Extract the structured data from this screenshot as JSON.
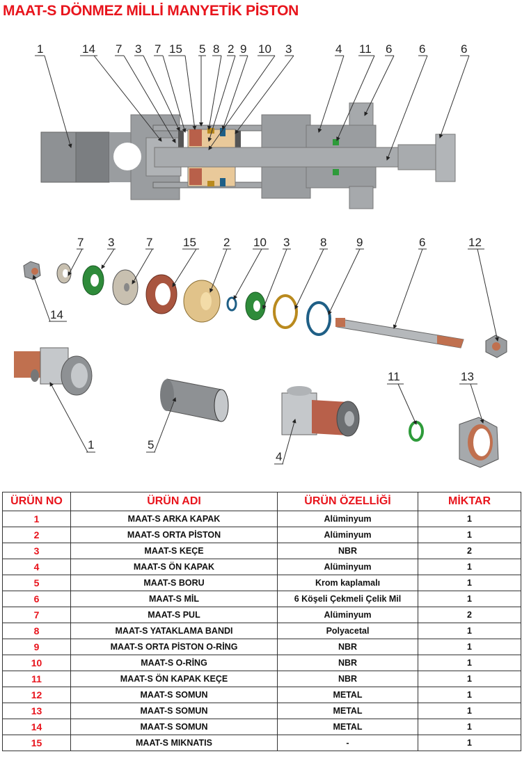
{
  "title": "MAAT-S DÖNMEZ MİLLİ MANYETİK PİSTON",
  "section_view": {
    "callouts": [
      "1",
      "14",
      "7",
      "3",
      "7",
      "15",
      "5",
      "8",
      "2",
      "9",
      "10",
      "3",
      "4",
      "11",
      "6",
      "6",
      "6"
    ]
  },
  "exploded_view": {
    "callouts_row1": [
      "7",
      "3",
      "7",
      "15",
      "2",
      "10",
      "3",
      "8",
      "9",
      "6",
      "12",
      "14"
    ],
    "callouts_row2": [
      "1",
      "5",
      "4",
      "11",
      "13"
    ]
  },
  "colors": {
    "accent_red": "#e8141c",
    "body_gray": "#9a9da0",
    "seal_green": "#2e8b3a",
    "piston_tan": "#e9c99a",
    "magnet_copper": "#b8604a",
    "oring_blue": "#1f5f86",
    "band_gold": "#b98a1e"
  },
  "table": {
    "headers": [
      "ÜRÜN NO",
      "ÜRÜN ADI",
      "ÜRÜN ÖZELLİĞİ",
      "MİKTAR"
    ],
    "rows": [
      {
        "no": "1",
        "name": "MAAT-S   ARKA KAPAK",
        "spec": "Alüminyum",
        "qty": "1"
      },
      {
        "no": "2",
        "name": "MAAT-S   ORTA PİSTON",
        "spec": "Alüminyum",
        "qty": "1"
      },
      {
        "no": "3",
        "name": "MAAT-S   KEÇE",
        "spec": "NBR",
        "qty": "2"
      },
      {
        "no": "4",
        "name": "MAAT-S   ÖN KAPAK",
        "spec": "Alüminyum",
        "qty": "1"
      },
      {
        "no": "5",
        "name": "MAAT-S   BORU",
        "spec": "Krom kaplamalı",
        "qty": "1"
      },
      {
        "no": "6",
        "name": "MAAT-S   MİL",
        "spec": "6 Köşeli Çekmeli Çelik Mil",
        "qty": "1"
      },
      {
        "no": "7",
        "name": "MAAT-S   PUL",
        "spec": "Alüminyum",
        "qty": "2"
      },
      {
        "no": "8",
        "name": "MAAT-S YATAKLAMA BANDI",
        "spec": "Polyacetal",
        "qty": "1"
      },
      {
        "no": "9",
        "name": "MAAT-S  ORTA PİSTON O-RİNG",
        "spec": "NBR",
        "qty": "1"
      },
      {
        "no": "10",
        "name": "MAAT-S  O-RİNG",
        "spec": "NBR",
        "qty": "1"
      },
      {
        "no": "11",
        "name": "MAAT-S ÖN KAPAK KEÇE",
        "spec": "NBR",
        "qty": "1"
      },
      {
        "no": "12",
        "name": "MAAT-S SOMUN",
        "spec": "METAL",
        "qty": "1"
      },
      {
        "no": "13",
        "name": "MAAT-S SOMUN",
        "spec": "METAL",
        "qty": "1"
      },
      {
        "no": "14",
        "name": "MAAT-S SOMUN",
        "spec": "METAL",
        "qty": "1"
      },
      {
        "no": "15",
        "name": "MAAT-S   MIKNATIS",
        "spec": "-",
        "qty": "1"
      }
    ]
  }
}
